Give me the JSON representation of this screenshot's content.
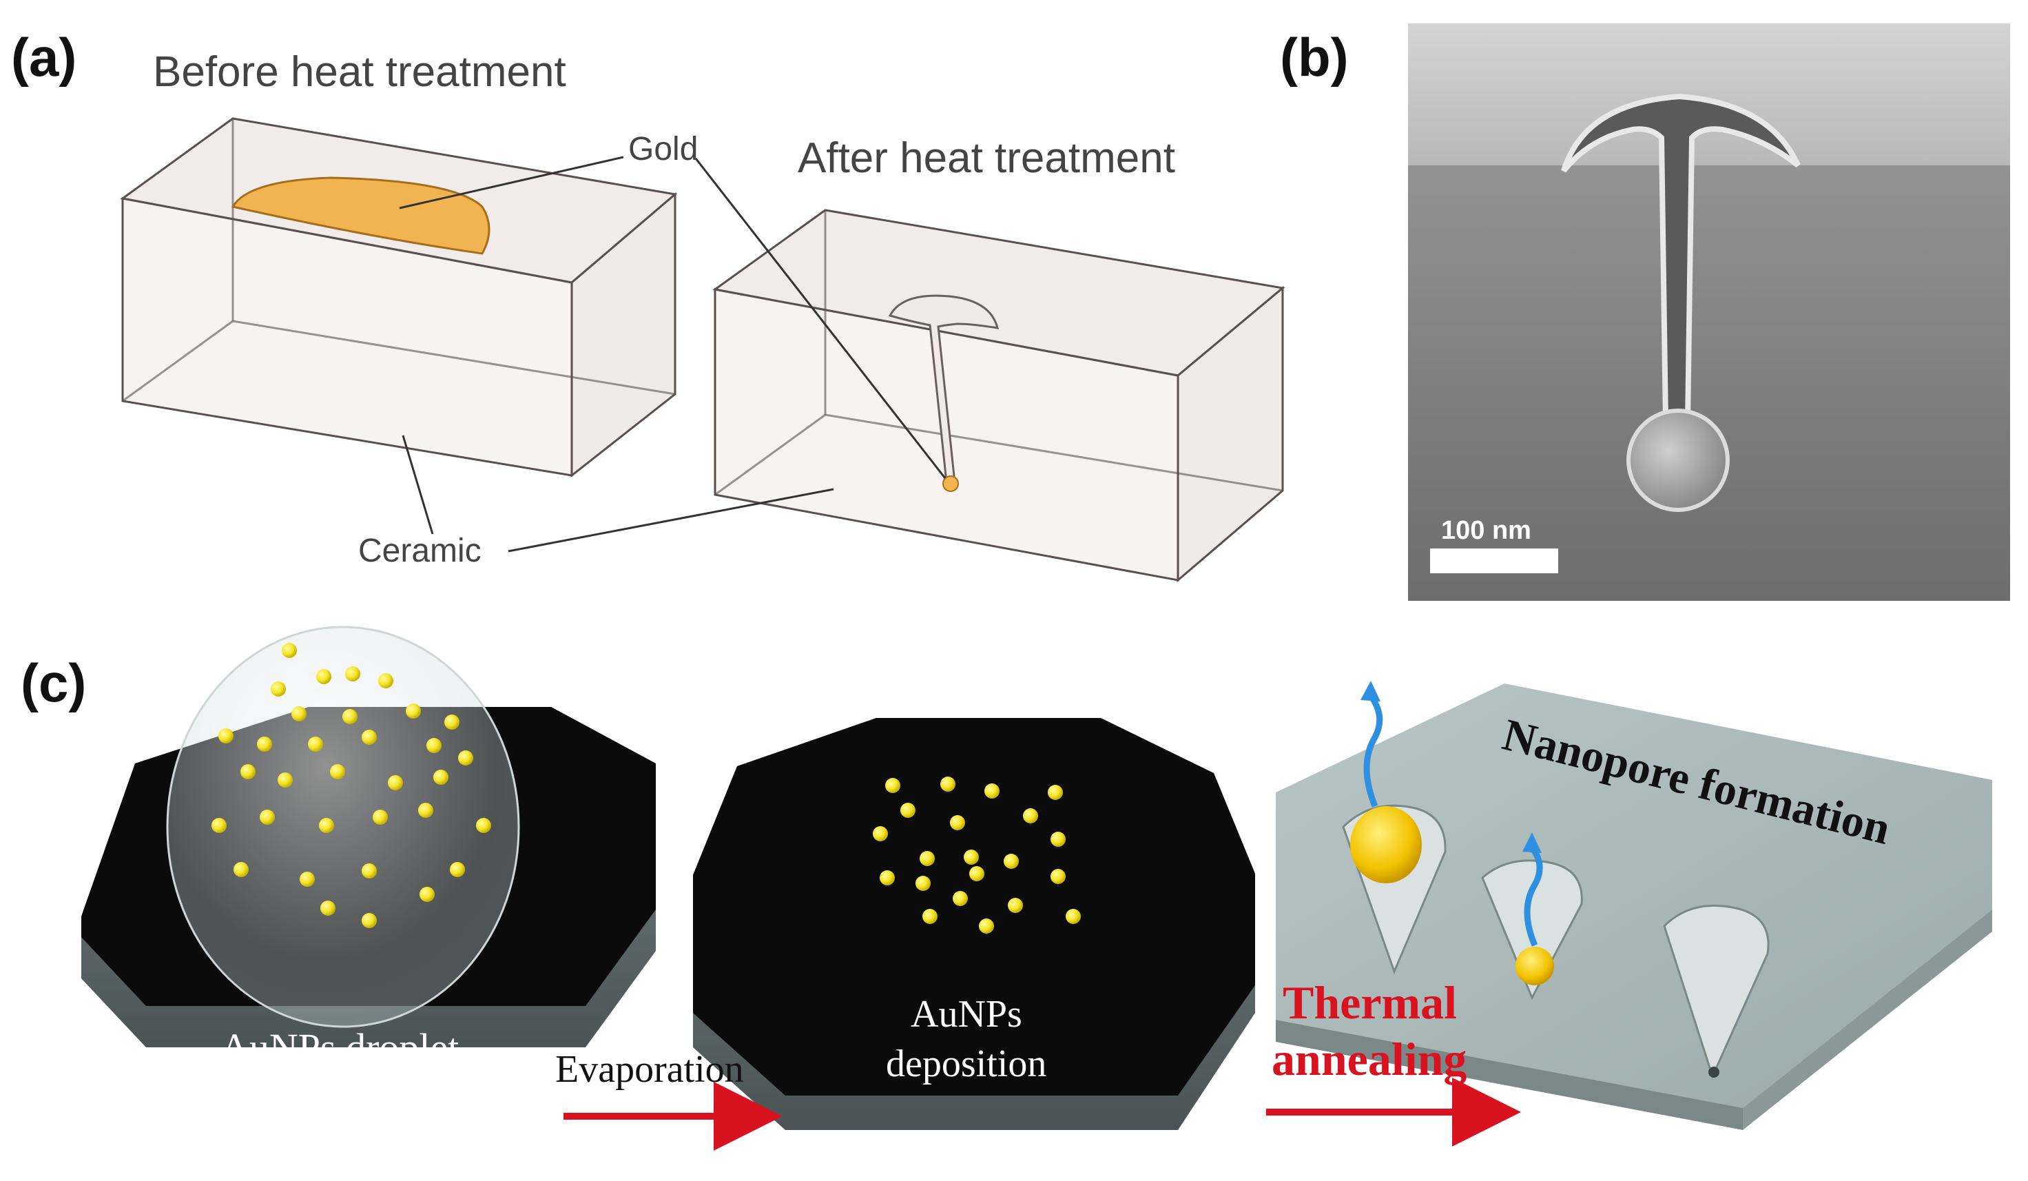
{
  "panel_a": {
    "label": "(a)",
    "before_title": "Before heat treatment",
    "after_title": "After heat treatment",
    "gold_label": "Gold",
    "ceramic_label": "Ceramic"
  },
  "panel_b": {
    "label": "(b)",
    "scale_text": "100 nm"
  },
  "panel_c": {
    "label": "(c)",
    "droplet_label": "AuNPs droplet",
    "evaporation_label": "Evaporation",
    "deposition_line1": "AuNPs",
    "deposition_line2": "deposition",
    "thermal_line1": "Thermal",
    "thermal_line2": "annealing",
    "nanopore_label": "Nanopore formation"
  },
  "colors": {
    "gold": "#f2b450",
    "nanoparticle": "#f5e52a",
    "arrow": "#d8121f",
    "thermal_text": "#d8121f",
    "ceramic": "#e6dcd8",
    "slab_top": "#0a0a0a",
    "slab_side": "#5f6b6b",
    "steam": "#2f8fe0"
  }
}
